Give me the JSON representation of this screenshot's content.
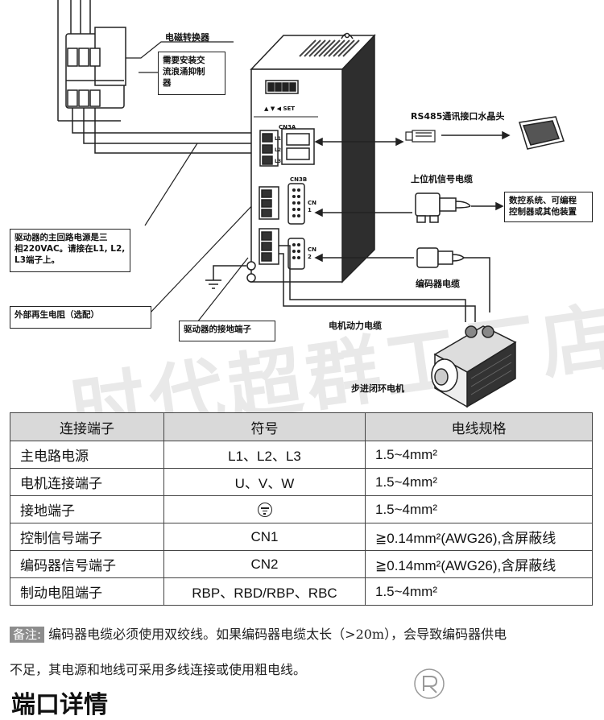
{
  "watermark": "时代超群工厂店",
  "diagram": {
    "contactor_label": "电磁转换器",
    "surge_note": "需要安装交\n流浪涌抑制\n器",
    "power_note": "驱动器的主回路电源是三\n相220VAC。请接在L1, L2,\nL3端子上。",
    "regen_note": "外部再生电阻（选配）",
    "ground_note": "驱动器的接地端子",
    "rs485_label": "RS485通讯接口水晶头",
    "host_cable_label": "上位机信号电缆",
    "cnc_note": "数控系统、可编程\n控制器或其他装置",
    "encoder_cable_label": "编码器电缆",
    "motor_cable_label": "电机动力电缆",
    "motor_label": "步进闭环电机",
    "driver_keys": "▲ ▼ ◀ SET",
    "port_cn3a": "CN3A",
    "port_cn3b": "CN3B",
    "port_cn1": "CN\n1",
    "port_cn2": "CN\n2",
    "terminals_power": [
      "L1",
      "L2",
      "L3"
    ]
  },
  "table": {
    "headers": [
      "连接端子",
      "符号",
      "电线规格"
    ],
    "rows": [
      {
        "name": "主电路电源",
        "symbol": "L1、L2、L3",
        "spec": "1.5~4mm²"
      },
      {
        "name": "电机连接端子",
        "symbol": "U、V、W",
        "spec": "1.5~4mm²"
      },
      {
        "name": "接地端子",
        "symbol": "",
        "spec": "1.5~4mm²"
      },
      {
        "name": "控制信号端子",
        "symbol": "CN1",
        "spec": "≧0.14mm²(AWG26),含屏蔽线"
      },
      {
        "name": "编码器信号端子",
        "symbol": "CN2",
        "spec": "≧0.14mm²(AWG26),含屏蔽线"
      },
      {
        "name": "制动电阻端子",
        "symbol": "RBP、RBD/RBP、RBC",
        "spec": "1.5~4mm²"
      }
    ]
  },
  "note": {
    "tag": "备注:",
    "line1": "编码器电缆必须使用双绞线。如果编码器电缆太长（>20m），会导致编码器供电",
    "line2": "不足，其电源和地线可采用多线连接或使用粗电线。"
  },
  "next_section_title": "端口详情"
}
